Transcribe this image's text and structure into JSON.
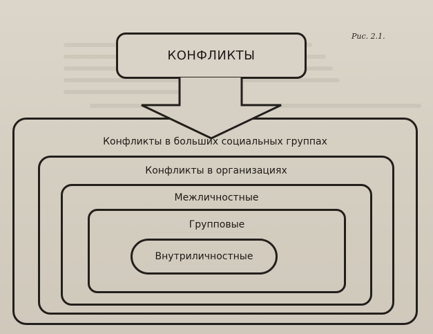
{
  "figure_label": "Рис. 2.1.",
  "top_box": {
    "label": "КОНФЛИКТЫ"
  },
  "levels": [
    {
      "label": "Конфликты в больших социальных группах"
    },
    {
      "label": "Конфликты в организациях"
    },
    {
      "label": "Межличностные"
    },
    {
      "label": "Групповые"
    },
    {
      "label": "Внутриличностные"
    }
  ]
}
